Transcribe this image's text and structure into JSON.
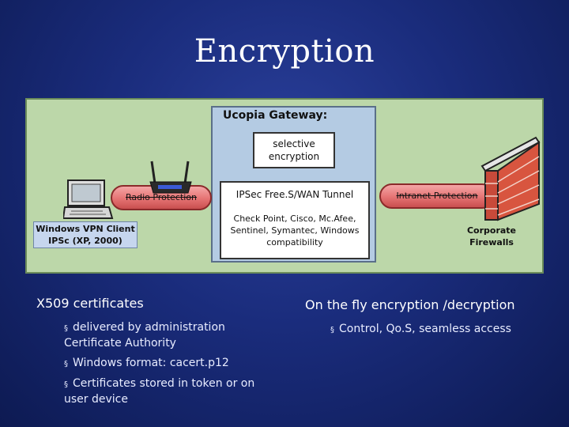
{
  "slide": {
    "title": "Encryption"
  },
  "diagram": {
    "gateway_label": "Ucopia Gateway:",
    "selective_box": "selective encryption",
    "tunnel_title": "IPSec Free.S/WAN Tunnel",
    "tunnel_vendors": "Check Point, Cisco, Mc.Afee, Sentinel, Symantec, Windows compatibility",
    "radio_tube": "Radio Protection",
    "intranet_tube": "Intranet Protection",
    "client_label": "Windows VPN Client IPSc (XP, 2000)",
    "firewall_label": "Corporate Firewalls",
    "icons": [
      "laptop-icon",
      "router-icon",
      "brick-wall-icon"
    ],
    "colors": {
      "background": "#bcd7a9",
      "gateway": "#b4cbe3",
      "tube": "#e57373",
      "client_box": "#c6d6ee"
    }
  },
  "left_column": {
    "heading": "X509 certificates",
    "bullets": [
      "delivered by administration Certificate Authority",
      "Windows format: cacert.p12",
      "Certificates stored in token or on user device"
    ]
  },
  "right_column": {
    "heading": "On the fly encryption /decryption",
    "bullets": [
      "Control, Qo.S, seamless access"
    ]
  },
  "bullet_glyph": "§"
}
